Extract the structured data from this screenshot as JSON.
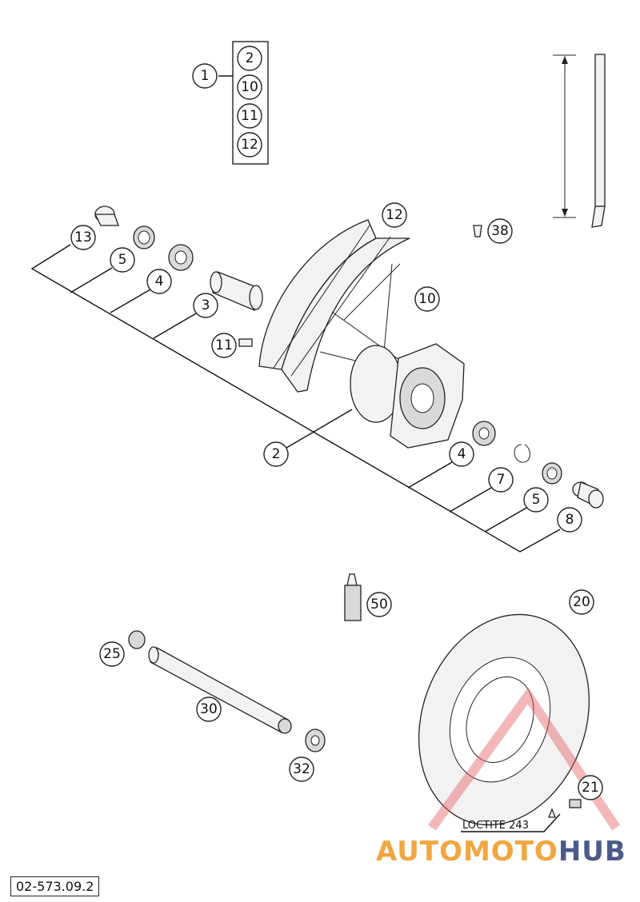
{
  "diagram_code": "02-573.09.2",
  "note_label": "LOCTITE 243",
  "watermark": {
    "part1": "AUTOMOTO",
    "part2": "HUB"
  },
  "callouts": {
    "c1": "1",
    "c2a": "2",
    "c10a": "10",
    "c11a": "11",
    "c12a": "12",
    "c13": "13",
    "c5a": "5",
    "c4a": "4",
    "c3": "3",
    "c12b": "12",
    "c10b": "10",
    "c11b": "11",
    "c2b": "2",
    "c38": "38",
    "c4b": "4",
    "c7": "7",
    "c5b": "5",
    "c8": "8",
    "c50": "50",
    "c20": "20",
    "c25": "25",
    "c30": "30",
    "c32": "32",
    "c21": "21"
  }
}
